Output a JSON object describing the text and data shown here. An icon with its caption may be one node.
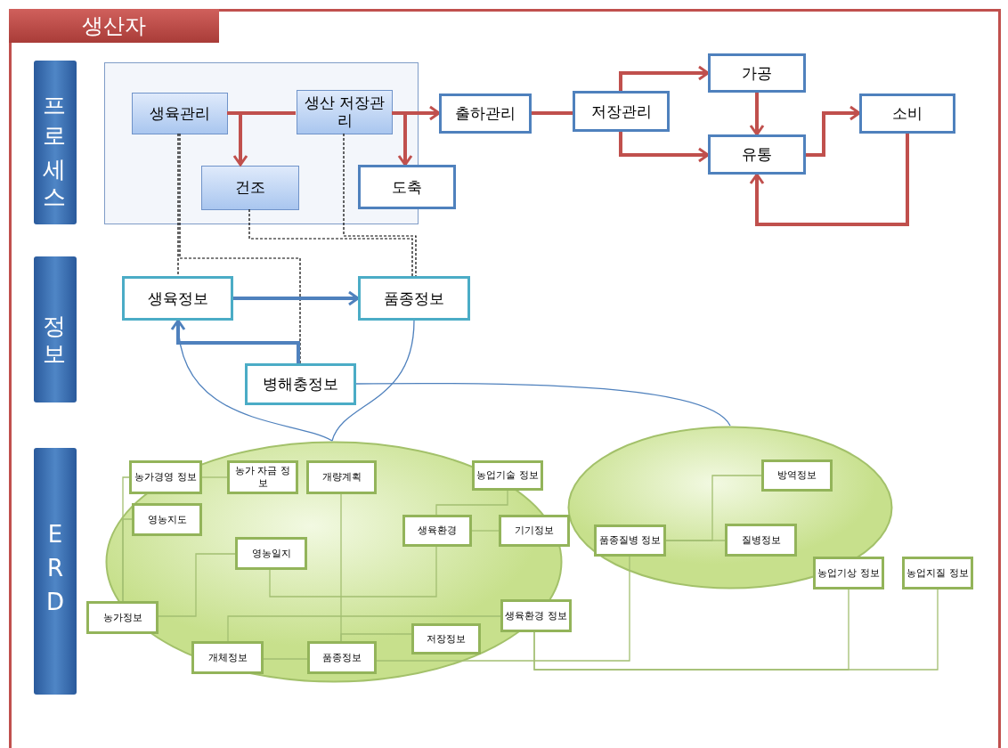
{
  "diagram": {
    "title": "생산자",
    "nodes": [
      {
        "text": [
          "프로세스"
        ]
      },
      {
        "text": [],
        "shape": "box"
      },
      {
        "text": [
          "생육관리"
        ],
        "in": 1
      },
      {
        "text": [
          "생산 저장관리"
        ],
        "in": 1
      },
      {
        "text": [
          "건조"
        ],
        "in": 1
      },
      {
        "text": [
          "도축"
        ]
      },
      {
        "text": [
          "출하관리"
        ]
      },
      {
        "text": [
          "저장관리"
        ]
      },
      {
        "text": [
          "가공"
        ]
      },
      {
        "text": [
          "유통"
        ]
      },
      {
        "text": [
          "소비"
        ]
      },
      {
        "text": [
          "정보"
        ]
      },
      {
        "text": [
          "생육정보"
        ]
      },
      {
        "text": [
          "품종정보"
        ]
      },
      {
        "text": [
          "병해충정보"
        ]
      },
      {
        "text": [
          "ERD"
        ]
      },
      {
        "text": [],
        "shape": "ellipse"
      },
      {
        "text": [],
        "shape": "ellipse"
      },
      {
        "text": [
          "농가경영 정보"
        ],
        "in": 16
      },
      {
        "text": [
          "농가 자금 정보"
        ],
        "in": 16
      },
      {
        "text": [
          "개량계획"
        ],
        "in": 16
      },
      {
        "text": [
          "농업기술 정보"
        ]
      },
      {
        "text": [
          "영농지도"
        ],
        "in": 16
      },
      {
        "text": [
          "생육환경"
        ],
        "in": 16
      },
      {
        "text": [
          "기기정보"
        ]
      },
      {
        "text": [
          "영농일지"
        ],
        "in": 16
      },
      {
        "text": [
          "농가정보"
        ]
      },
      {
        "text": [
          "생육환경 정보"
        ]
      },
      {
        "text": [
          "저장정보"
        ],
        "in": 16
      },
      {
        "text": [
          "개체정보"
        ],
        "in": 16
      },
      {
        "text": [
          "품종정보"
        ],
        "in": 16
      },
      {
        "text": [
          "품종질병 정보"
        ],
        "in": 17
      },
      {
        "text": [
          "방역정보"
        ],
        "in": 17
      },
      {
        "text": [
          "질병정보"
        ],
        "in": 17
      },
      {
        "text": [
          "농업기상 정보"
        ]
      },
      {
        "text": [
          "농업지질 정보"
        ]
      }
    ],
    "edges": [
      {
        "from": 2,
        "to": 3,
        "arrow": "none",
        "style": "thick",
        "color": "#c0504d"
      },
      {
        "from": 2,
        "to": 4,
        "arrow": "to",
        "style": "thick",
        "color": "#c0504d"
      },
      {
        "from": 3,
        "to": 6,
        "arrow": "to",
        "style": "thick",
        "color": "#c0504d"
      },
      {
        "from": 3,
        "to": 5,
        "arrow": "to",
        "style": "thick",
        "color": "#c0504d"
      },
      {
        "from": 6,
        "to": 7,
        "arrow": "none",
        "style": "thick",
        "color": "#c0504d"
      },
      {
        "from": 7,
        "to": 8,
        "arrow": "to",
        "style": "thick",
        "color": "#c0504d"
      },
      {
        "from": 7,
        "to": 9,
        "arrow": "to",
        "style": "thick",
        "color": "#c0504d"
      },
      {
        "from": 8,
        "to": 9,
        "arrow": "to",
        "style": "thick",
        "color": "#c0504d"
      },
      {
        "from": 9,
        "to": 10,
        "arrow": "to",
        "style": "thick",
        "color": "#c0504d"
      },
      {
        "from": 10,
        "to": 9,
        "arrow": "to",
        "style": "thick",
        "color": "#c0504d"
      },
      {
        "from": 2,
        "to": 12,
        "arrow": "none",
        "style": "dashed",
        "color": "#000000"
      },
      {
        "from": 2,
        "to": 14,
        "arrow": "none",
        "style": "dashed",
        "color": "#000000"
      },
      {
        "from": 4,
        "to": 13,
        "arrow": "none",
        "style": "dashed",
        "color": "#000000"
      },
      {
        "from": 3,
        "to": 13,
        "arrow": "none",
        "style": "dashed",
        "color": "#000000"
      },
      {
        "from": 12,
        "to": 13,
        "arrow": "to",
        "style": "thick",
        "color": "#4f81bd"
      },
      {
        "from": 14,
        "to": 12,
        "arrow": "to",
        "style": "thick",
        "color": "#4f81bd"
      },
      {
        "from": 12,
        "to": 16,
        "arrow": "none",
        "color": "#4f81bd"
      },
      {
        "from": 13,
        "to": 16,
        "arrow": "none",
        "color": "#4f81bd"
      },
      {
        "from": 14,
        "to": 17,
        "arrow": "none",
        "color": "#4f81bd"
      },
      {
        "from": 18,
        "to": 19,
        "arrow": "none"
      },
      {
        "from": 18,
        "to": 26,
        "arrow": "none"
      },
      {
        "from": 22,
        "to": 26,
        "arrow": "none"
      },
      {
        "from": 25,
        "to": 26,
        "arrow": "none"
      },
      {
        "from": 25,
        "to": 23,
        "arrow": "none"
      },
      {
        "from": 23,
        "to": 21,
        "arrow": "none"
      },
      {
        "from": 23,
        "to": 24,
        "arrow": "none"
      },
      {
        "from": 20,
        "to": 30,
        "arrow": "none"
      },
      {
        "from": 28,
        "to": 30,
        "arrow": "none"
      },
      {
        "from": 29,
        "to": 30,
        "arrow": "none"
      },
      {
        "from": 29,
        "to": 27,
        "arrow": "none"
      },
      {
        "from": 30,
        "to": 31,
        "arrow": "none"
      },
      {
        "from": 27,
        "to": 34,
        "arrow": "none"
      },
      {
        "from": 27,
        "to": 35,
        "arrow": "none"
      },
      {
        "from": 31,
        "to": 33,
        "arrow": "none"
      },
      {
        "from": 31,
        "to": 32,
        "arrow": "none"
      }
    ]
  }
}
